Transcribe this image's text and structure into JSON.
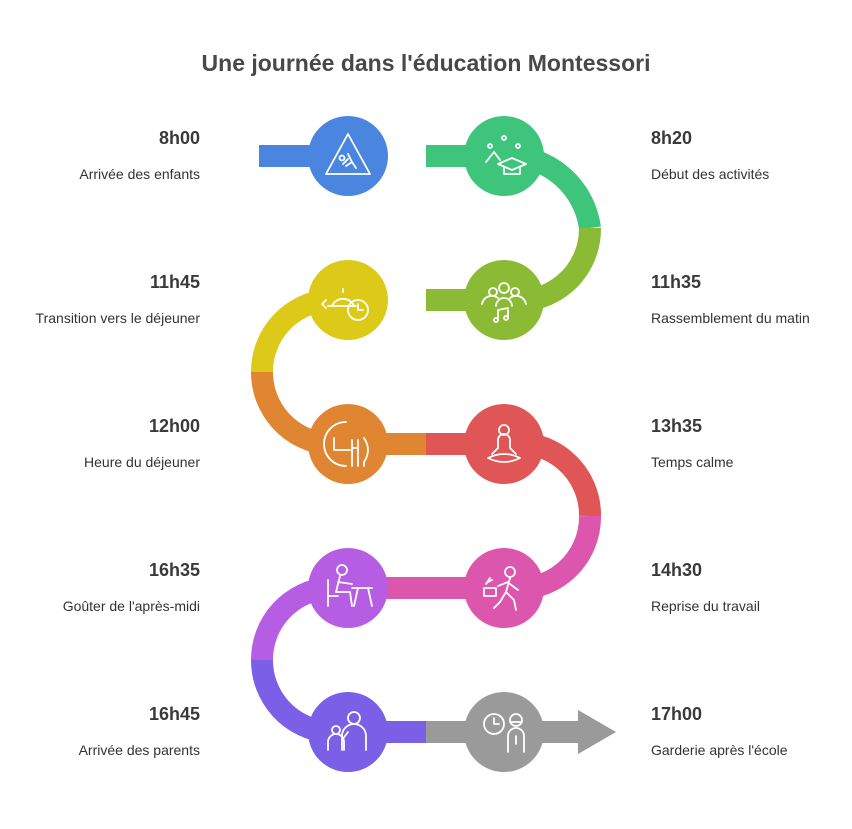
{
  "title": "Une journée dans l'éducation Montessori",
  "steps": [
    {
      "time": "8h00",
      "label": "Arrivée des enfants",
      "color": "#4a86e0",
      "icon": "caution-child-icon"
    },
    {
      "time": "8h20",
      "label": "Début des activités",
      "color": "#3ec47b",
      "icon": "graduation-cap-icon"
    },
    {
      "time": "11h35",
      "label": "Rassemblement du matin",
      "color": "#8bbb35",
      "icon": "group-music-icon"
    },
    {
      "time": "11h45",
      "label": "Transition vers le déjeuner",
      "color": "#dcc918",
      "icon": "cloche-clock-icon"
    },
    {
      "time": "12h00",
      "label": "Heure du déjeuner",
      "color": "#e08531",
      "icon": "plate-cutlery-icon"
    },
    {
      "time": "13h35",
      "label": "Temps calme",
      "color": "#e05555",
      "icon": "meditation-icon"
    },
    {
      "time": "14h30",
      "label": "Reprise du travail",
      "color": "#db56ac",
      "icon": "person-working-icon"
    },
    {
      "time": "16h35",
      "label": "Goûter de l'après-midi",
      "color": "#b65ee3",
      "icon": "person-at-table-icon"
    },
    {
      "time": "16h45",
      "label": "Arrivée des parents",
      "color": "#7b5fe6",
      "icon": "parent-child-icon"
    },
    {
      "time": "17h00",
      "label": "Garderie après l'école",
      "color": "#9a9a9a",
      "icon": "clock-person-icon"
    }
  ]
}
